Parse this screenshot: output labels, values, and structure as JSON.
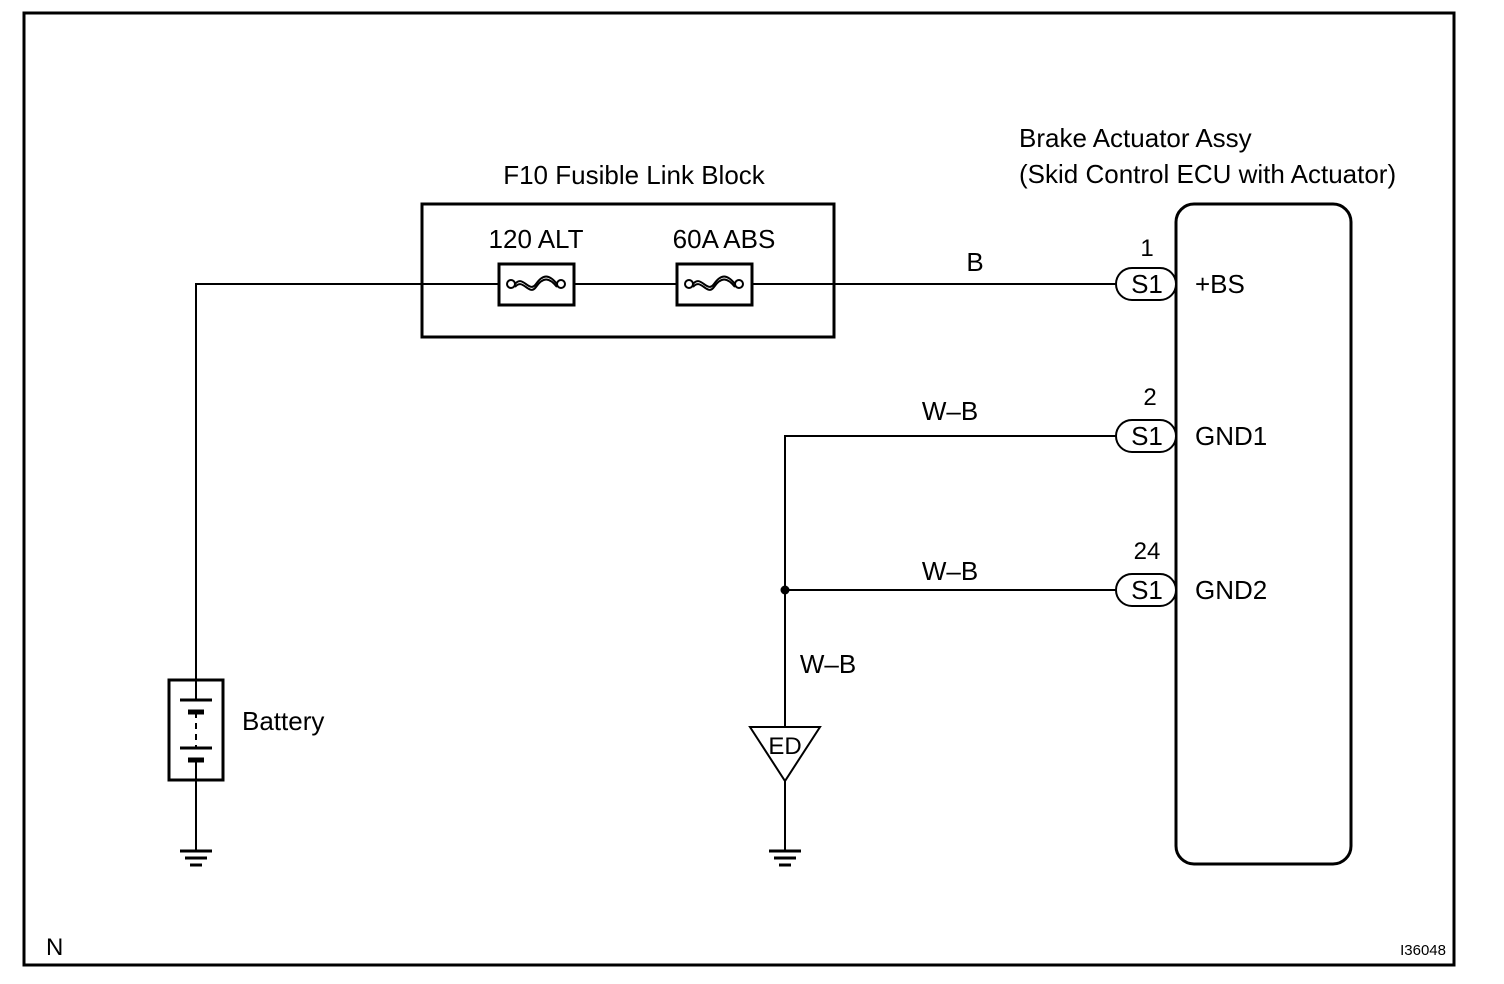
{
  "fuse_block": {
    "label": "F10 Fusible Link Block",
    "fuses": [
      {
        "label": "120 ALT"
      },
      {
        "label": "60A ABS"
      }
    ]
  },
  "ecu": {
    "title_line1": "Brake Actuator Assy",
    "title_line2": "(Skid Control ECU with Actuator)",
    "pins": [
      {
        "number": "1",
        "connector": "S1",
        "terminal": "+BS",
        "wire": "B"
      },
      {
        "number": "2",
        "connector": "S1",
        "terminal": "GND1",
        "wire": "W–B"
      },
      {
        "number": "24",
        "connector": "S1",
        "terminal": "GND2",
        "wire": "W–B"
      }
    ]
  },
  "battery": {
    "label": "Battery"
  },
  "ground_point": {
    "label": "ED",
    "wire": "W–B"
  },
  "corner_left": "N",
  "figure_id": "I36048"
}
